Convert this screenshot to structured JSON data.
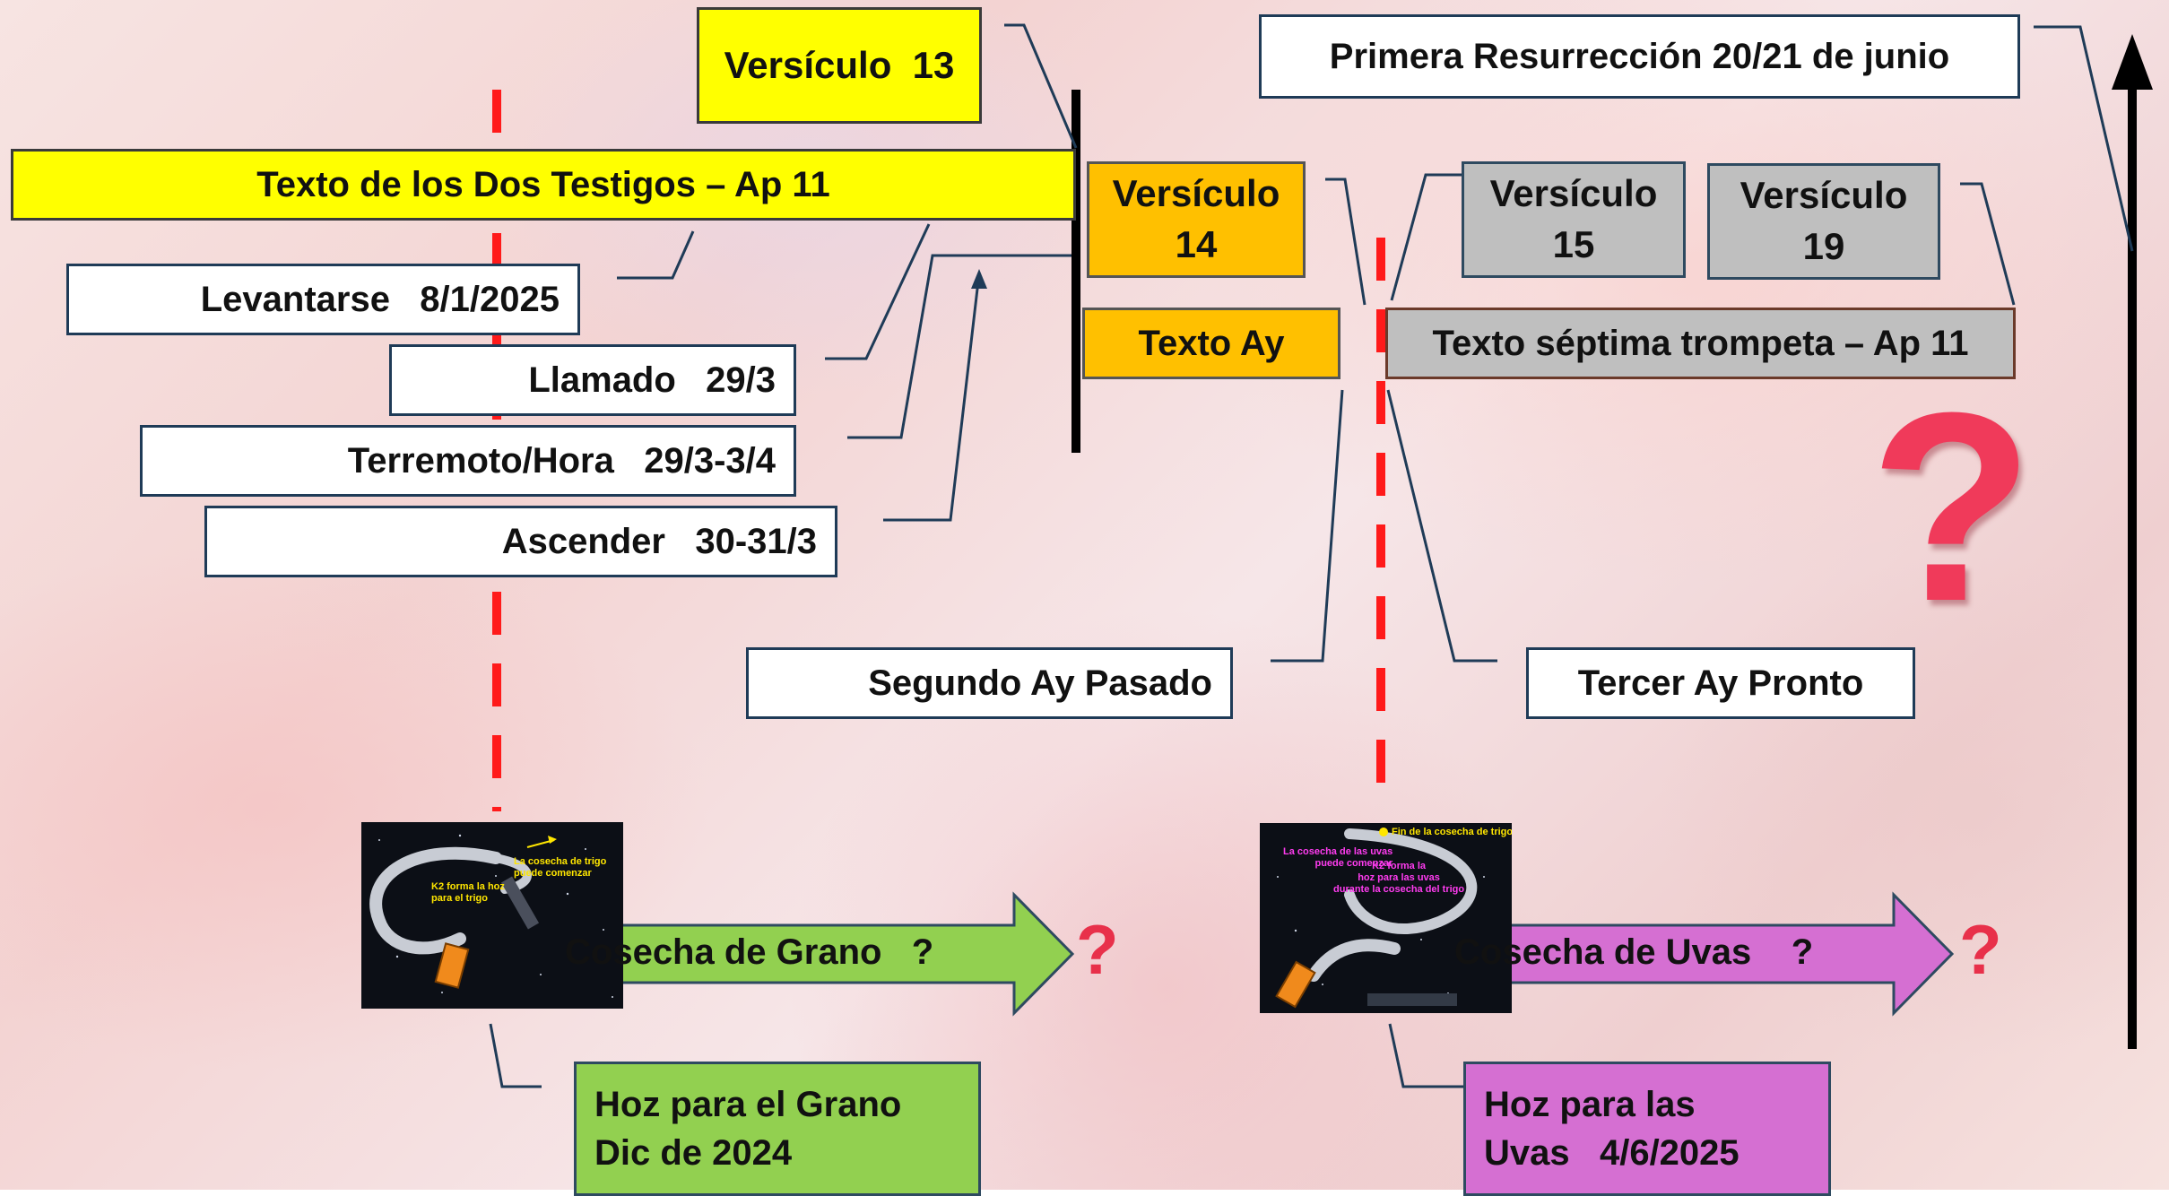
{
  "labels": {
    "versiculo13": "Versículo  13",
    "primera_resurreccion": "Primera Resurrección 20/21 de junio",
    "texto_dos_testigos": "Texto de los Dos Testigos – Ap 11",
    "versiculo14": "Versículo\n14",
    "versiculo15": "Versículo\n15",
    "versiculo19": "Versículo\n19",
    "levantarse": "Levantarse   8/1/2025",
    "llamado": "Llamado   29/3",
    "terremoto": "Terremoto/Hora   29/3-3/4",
    "ascender": "Ascender   30-31/3",
    "texto_ay": "Texto Ay",
    "texto_septima": "Texto séptima trompeta – Ap 11",
    "segundo_ay": "Segundo Ay Pasado",
    "tercer_ay": "Tercer Ay Pronto",
    "cosecha_grano": "Cosecha de Grano   ?",
    "cosecha_uvas": "Cosecha de Uvas    ?",
    "hoz_grano": "Hoz para el Grano\nDic de 2024",
    "hoz_uvas": "Hoz para las\nUvas   4/6/2025"
  },
  "photo_grano": {
    "caption_1": "La cosecha de trigo\npuede comenzar",
    "caption_2": "K2 forma la hoz\npara el trigo"
  },
  "photo_uvas": {
    "caption_1": "Fin de la cosecha de trigo",
    "caption_2": "La cosecha de las uvas\npuede comenzar",
    "caption_3": "K2 forma la\nhoz para las uvas\ndurante la cosecha del trigo"
  },
  "colors": {
    "yellow": "#ffff00",
    "orange": "#ffc000",
    "grey": "#bfbfbf",
    "green": "#92d050",
    "purple": "#d56fd2",
    "red_dash": "#ff1a1a",
    "question": "#e8304a"
  },
  "icons": [
    "question-mark-icon",
    "up-arrow-icon",
    "right-arrow-icon"
  ]
}
